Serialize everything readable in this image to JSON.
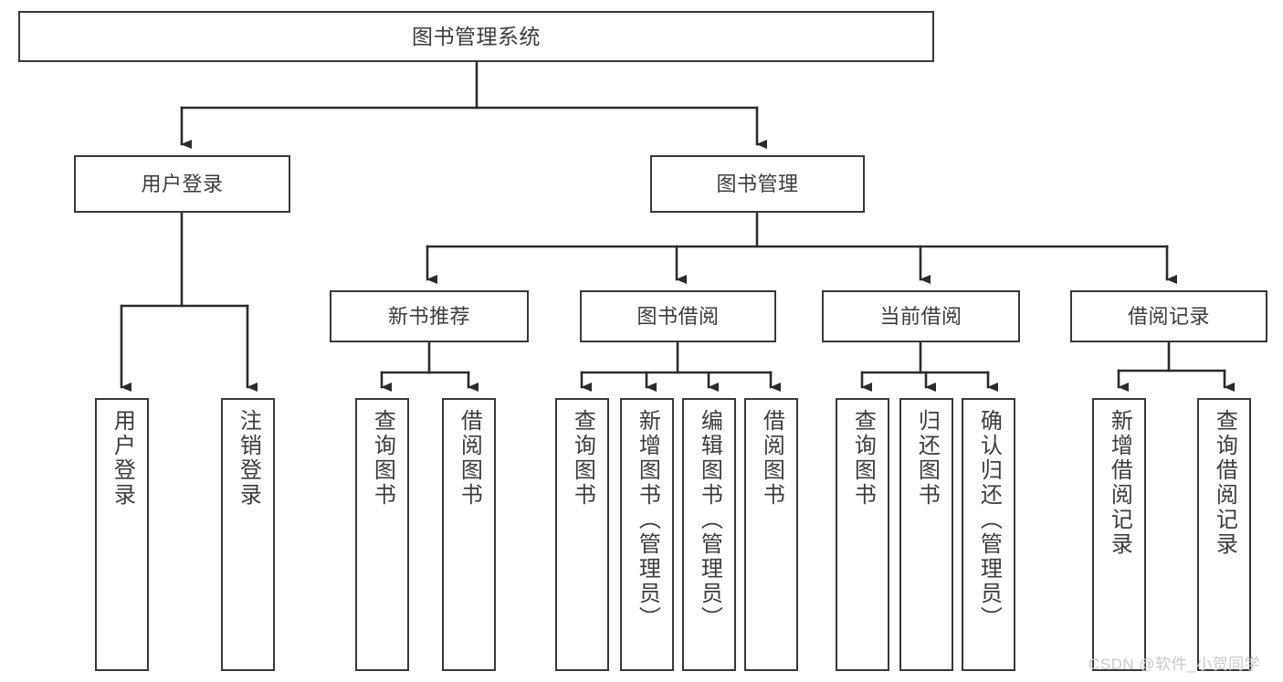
{
  "diagram": {
    "title": "图书管理系统",
    "type": "hierarchy-tree",
    "root": {
      "label": "图书管理系统"
    },
    "level1": [
      {
        "label": "用户登录"
      },
      {
        "label": "图书管理"
      }
    ],
    "level2": [
      {
        "label": "新书推荐"
      },
      {
        "label": "图书借阅"
      },
      {
        "label": "当前借阅"
      },
      {
        "label": "借阅记录"
      }
    ],
    "leaves": {
      "user_login": [
        {
          "label": "用户登录"
        },
        {
          "label": "注销登录"
        }
      ],
      "new_book_recommend": [
        {
          "label": "查询图书"
        },
        {
          "label": "借阅图书"
        }
      ],
      "book_borrow": [
        {
          "label": "查询图书"
        },
        {
          "label": "新增图书（管理员）"
        },
        {
          "label": "编辑图书（管理员）"
        },
        {
          "label": "借阅图书"
        }
      ],
      "current_borrow": [
        {
          "label": "查询图书"
        },
        {
          "label": "归还图书"
        },
        {
          "label": "确认归还（管理员）"
        }
      ],
      "borrow_record": [
        {
          "label": "新增借阅记录"
        },
        {
          "label": "查询借阅记录"
        }
      ]
    }
  },
  "watermark": {
    "text": "CSDN @软件_小贺同学"
  },
  "colors": {
    "border": "#36393b",
    "text": "#3c3c3c",
    "background": "#ffffff",
    "watermark": "#c9c9c9"
  }
}
